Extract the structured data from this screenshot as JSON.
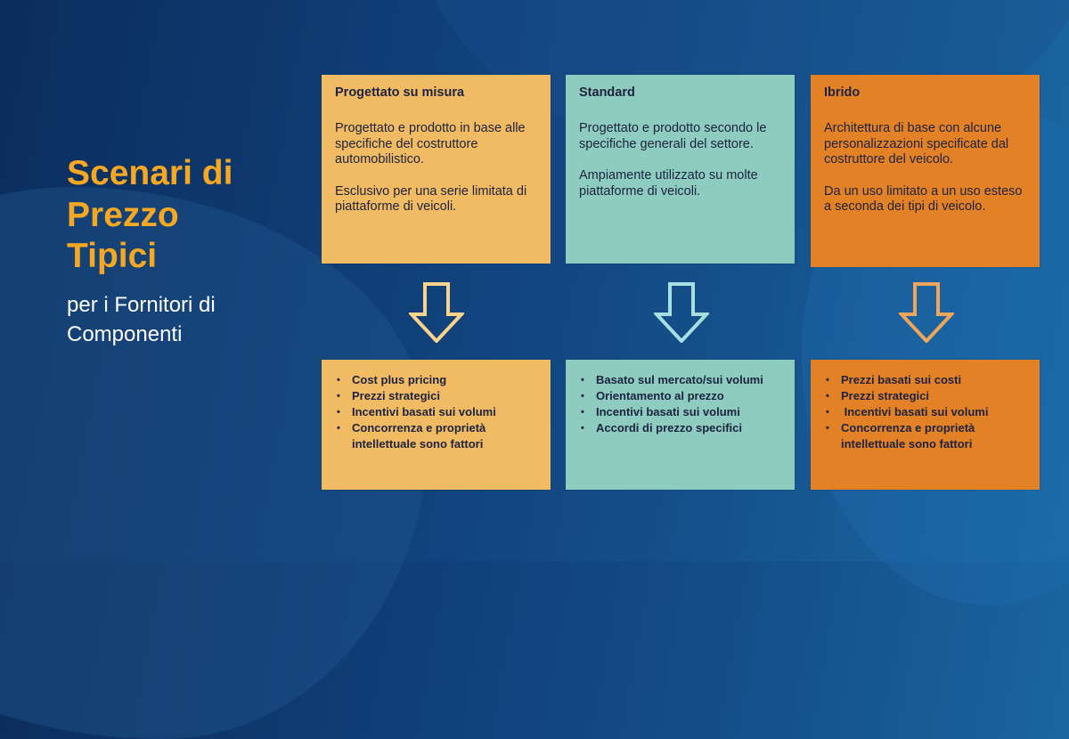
{
  "title": {
    "line1": "Scenari di",
    "line2": "Prezzo",
    "line3": "Tipici",
    "subtitle_line1": "per i Fornitori di",
    "subtitle_line2": "Componenti"
  },
  "colors": {
    "background_dark": "#0b2d5c",
    "background_light": "#1b6aa6",
    "title": "#f7a823",
    "subtitle": "#ffffff",
    "custom": "#f0bb63",
    "standard": "#8dccbf",
    "hybrid": "#e38126",
    "arrow_custom": "#fcd38a",
    "arrow_standard": "#a7dfe0",
    "arrow_hybrid": "#f0a55a",
    "text": "#1d2240"
  },
  "columns": [
    {
      "title": "Progettato su misura",
      "paragraphs": [
        "Progettato e prodotto in base alle specifiche del costruttore automobilistico.",
        "Esclusivo per una serie limitata di piattaforme di veicoli."
      ],
      "arrow_icon": "down-arrow-outline",
      "bullets": [
        "Cost plus pricing",
        "Prezzi strategici",
        "Incentivi basati sui volumi",
        "Concorrenza e proprietà intellettuale sono fattori"
      ]
    },
    {
      "title": "Standard",
      "paragraphs": [
        "Progettato e prodotto secondo le specifiche generali del settore.",
        "Ampiamente utilizzato su molte piattaforme di veicoli."
      ],
      "arrow_icon": "down-arrow-outline",
      "bullets": [
        "Basato sul mercato/sui volumi",
        "Orientamento al prezzo",
        "Incentivi basati sui volumi",
        "Accordi di prezzo specifici"
      ]
    },
    {
      "title": "Ibrido",
      "paragraphs": [
        "Architettura di base con alcune personalizzazioni specificate dal costruttore del veicolo.",
        "Da un uso limitato a un uso esteso a seconda dei tipi di veicolo."
      ],
      "arrow_icon": "down-arrow-outline",
      "bullets": [
        "Prezzi basati sui costi",
        "Prezzi strategici",
        " Incentivi basati sui volumi",
        "Concorrenza e proprietà intellettuale sono fattori"
      ]
    }
  ]
}
